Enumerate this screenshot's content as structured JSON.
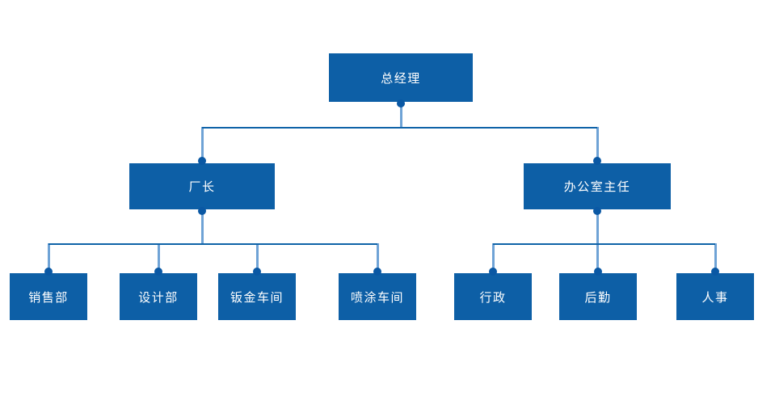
{
  "diagram": {
    "type": "org-chart",
    "background": "#ffffff",
    "colors": {
      "node_fill": "#0d5fa6",
      "node_text": "#ffffff",
      "connector_horizontal": "#0f63a8",
      "connector_vertical": "#6fa3d6",
      "connector_dot": "#0a58a4"
    },
    "nodes": [
      {
        "id": "general-manager",
        "label": "总经理"
      },
      {
        "id": "factory-director",
        "label": "厂长"
      },
      {
        "id": "office-director",
        "label": "办公室主任"
      },
      {
        "id": "sales-dept",
        "label": "销售部"
      },
      {
        "id": "design-dept",
        "label": "设计部"
      },
      {
        "id": "sheet-metal-workshop",
        "label": "钣金车间"
      },
      {
        "id": "paint-workshop",
        "label": "喷涂车间"
      },
      {
        "id": "administration",
        "label": "行政"
      },
      {
        "id": "logistics",
        "label": "后勤"
      },
      {
        "id": "hr",
        "label": "人事"
      }
    ],
    "hierarchy": {
      "label": "总经理",
      "children": [
        {
          "label": "厂长",
          "children": [
            {
              "label": "销售部"
            },
            {
              "label": "设计部"
            },
            {
              "label": "钣金车间"
            },
            {
              "label": "喷涂车间"
            }
          ]
        },
        {
          "label": "办公室主任",
          "children": [
            {
              "label": "行政"
            },
            {
              "label": "后勤"
            },
            {
              "label": "人事"
            }
          ]
        }
      ]
    }
  }
}
